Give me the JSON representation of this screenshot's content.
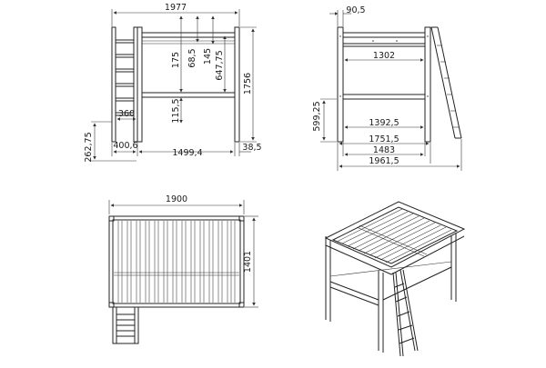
{
  "drawing": {
    "front_view": {
      "dimensions": {
        "overall_width": "1977",
        "bed_to_slat": "175",
        "rail_gap": "68,5",
        "frame_height": "145",
        "deck_height": "647,75",
        "total_height": "1756",
        "ladder_rung_span": "360",
        "underbed_clear": "115,5",
        "ladder_offset": "262,75",
        "ladder_width": "400,6",
        "bed_inner": "1499,4",
        "post_width": "38,5"
      }
    },
    "side_view": {
      "dimensions": {
        "post_depth": "90,5",
        "top_rail": "1302",
        "lower_rail": "1392,5",
        "clearance_height": "599,25",
        "outer_span": "1751,5",
        "base_span": "1483",
        "total_depth": "1961,5"
      }
    },
    "top_view": {
      "dimensions": {
        "length": "1900",
        "width": "1401"
      }
    }
  }
}
